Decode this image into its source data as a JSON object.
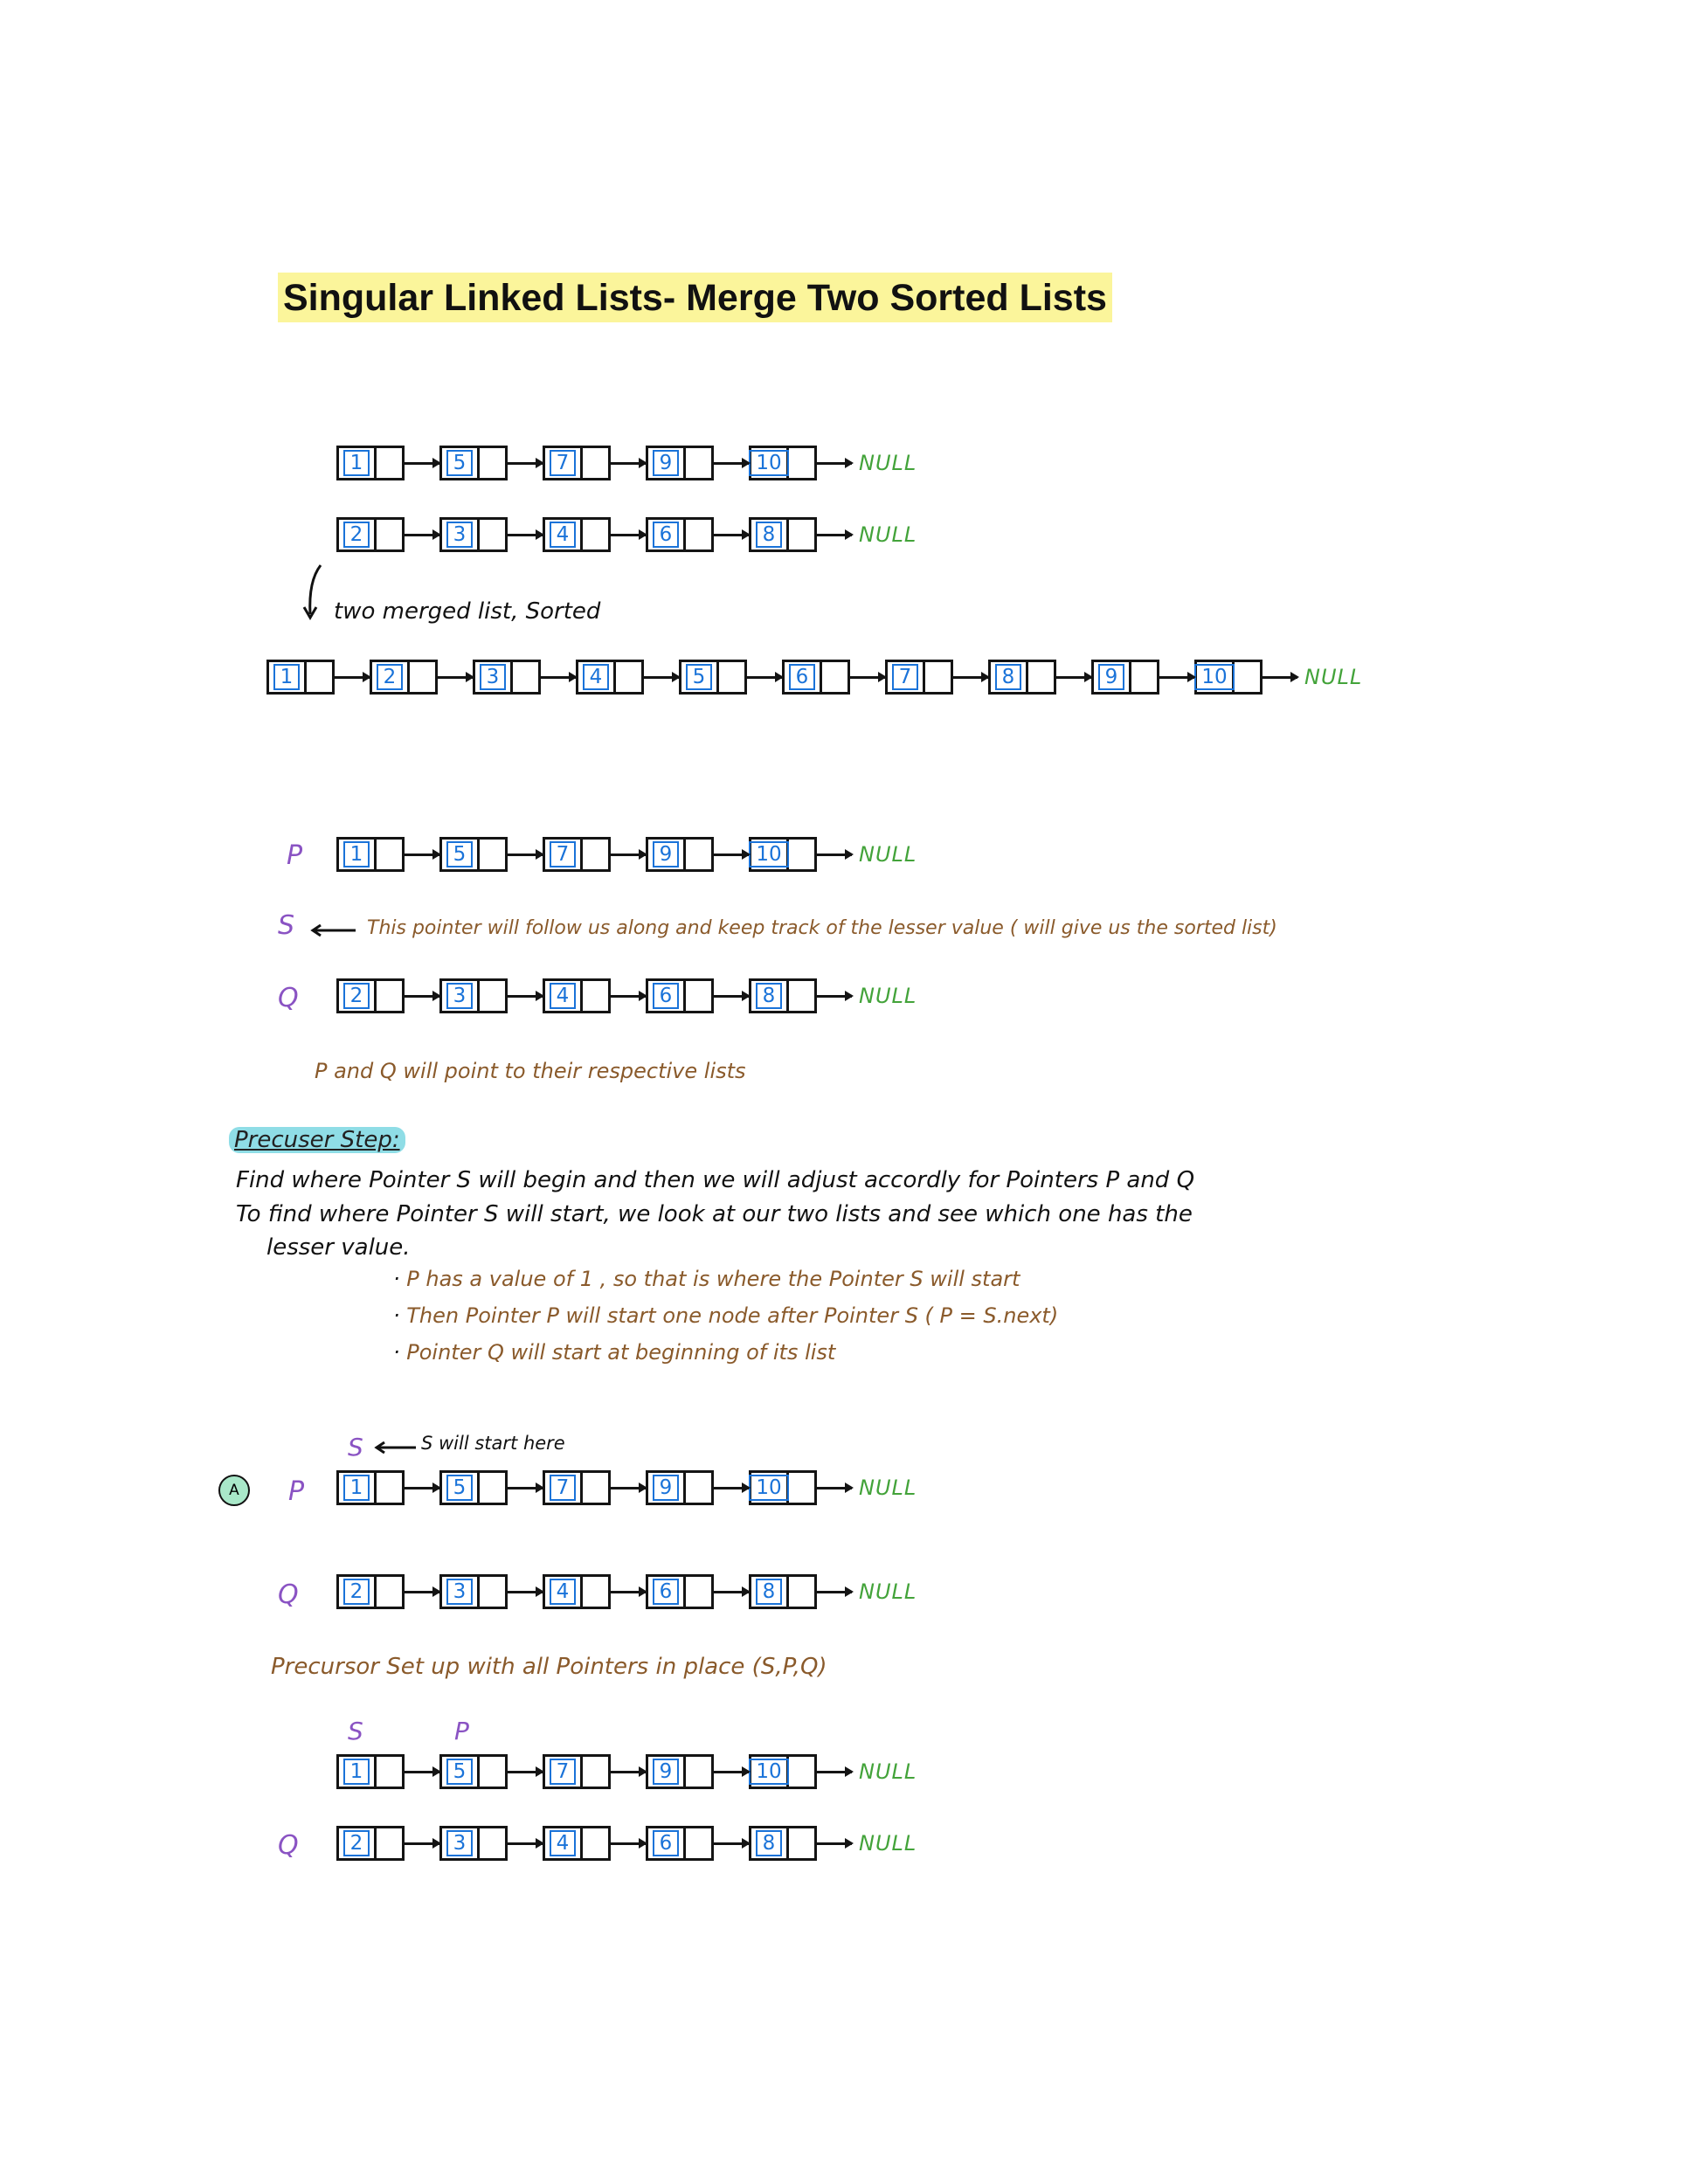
{
  "title": "Singular Linked Lists- Merge Two Sorted Lists",
  "null_label": "NULL",
  "list1": [
    "1",
    "5",
    "7",
    "9",
    "10"
  ],
  "list2": [
    "2",
    "3",
    "4",
    "6",
    "8"
  ],
  "merged_list": [
    "1",
    "2",
    "3",
    "4",
    "5",
    "6",
    "7",
    "8",
    "9",
    "10"
  ],
  "merged_note": "two merged list, Sorted",
  "pointers": {
    "P": "P",
    "S": "S",
    "Q": "Q"
  },
  "s_note": "This pointer will follow us along and keep track of the lesser value ( will give us the sorted list)",
  "pq_note": "P and Q will point to their respective lists",
  "precursor": {
    "title": "Precuser Step:",
    "line1": "Find where Pointer S will begin and then we will adjust accordly for Pointers P and Q",
    "line2": "To find where Pointer S will start, we look at our two lists and see which one has the",
    "line3": "lesser value.",
    "bullets": [
      "P has a value of 1 , so that is where the Pointer S will start",
      "Then Pointer P will start one node after Pointer S ( P = S.next)",
      "Pointer Q will start at beginning of its list"
    ]
  },
  "badge": "A",
  "s_start_note": "S will start here",
  "setup_note": "Precursor Set up with all Pointers in place (S,P,Q)"
}
